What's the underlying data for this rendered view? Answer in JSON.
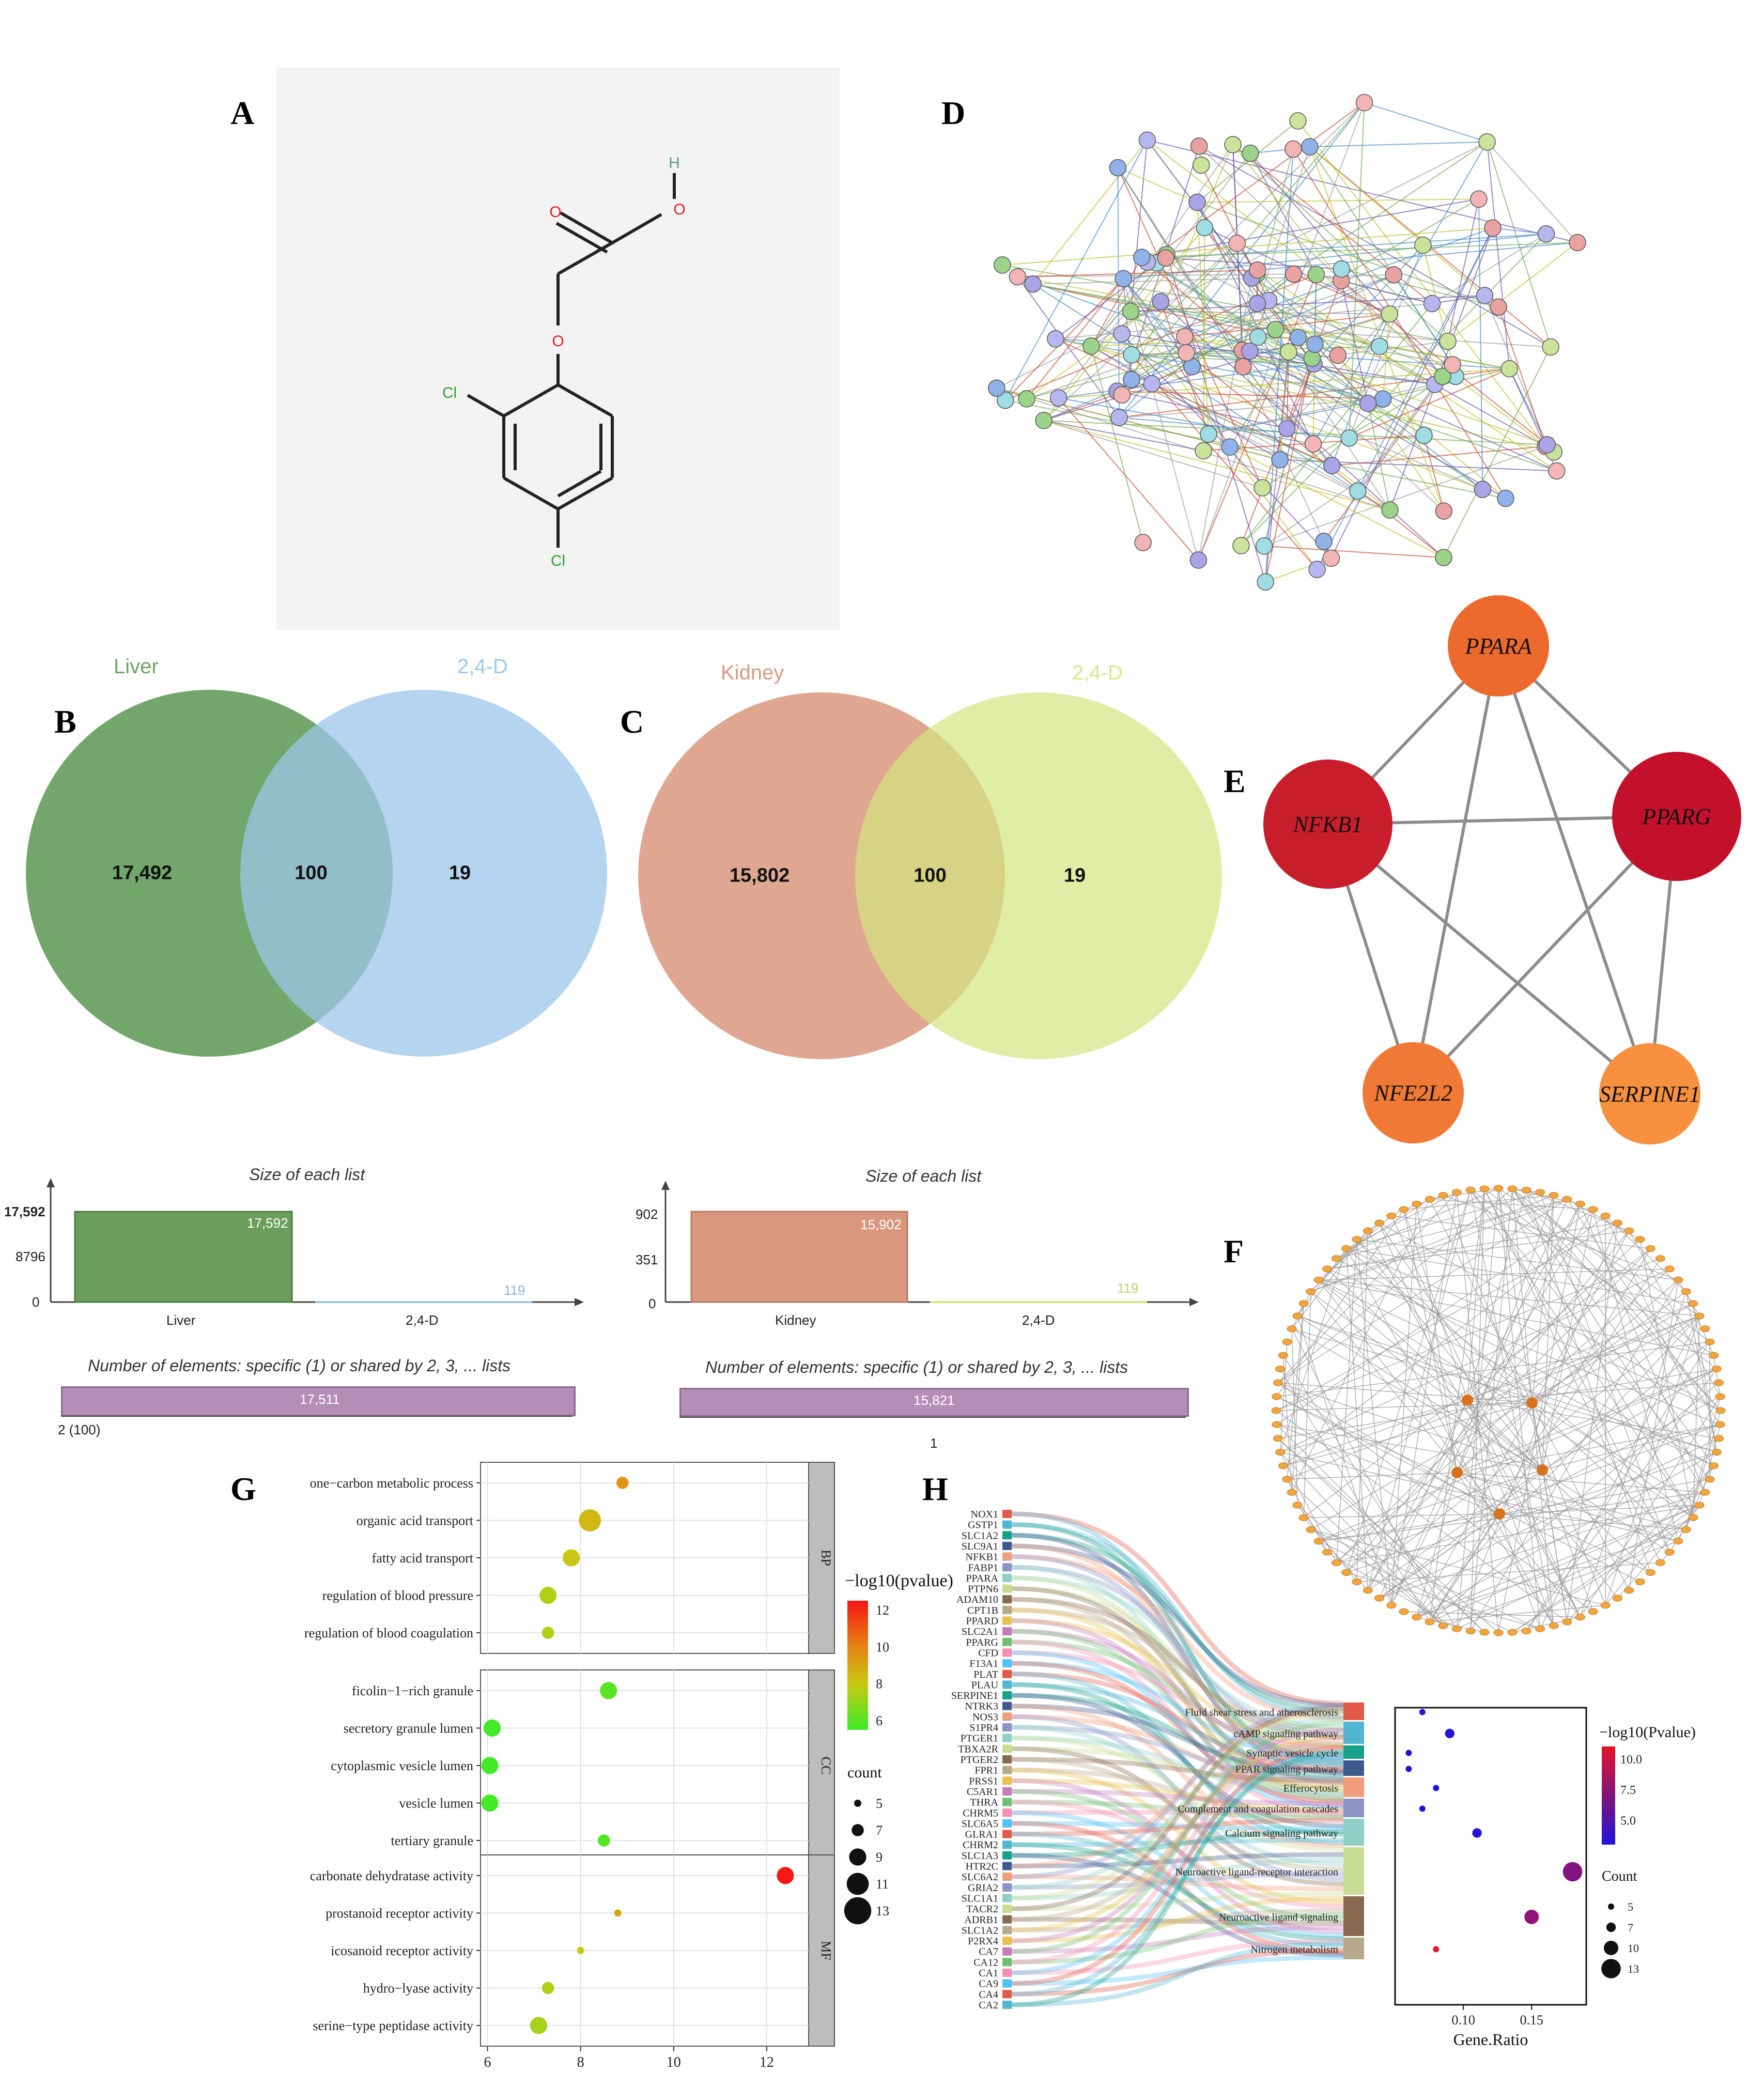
{
  "panels": {
    "A": "A",
    "B": "B",
    "C": "C",
    "D": "D",
    "E": "E",
    "F": "F",
    "G": "G",
    "H": "H"
  },
  "molecule": {
    "atoms": {
      "H": "H",
      "O1": "O",
      "O2": "O",
      "O3": "O",
      "Cl1": "Cl",
      "Cl2": "Cl"
    }
  },
  "venn_liver": {
    "set1_label": "Liver",
    "set2_label": "2,4-D",
    "only1": "17,492",
    "shared": "100",
    "only2": "19",
    "set1_color": "#6fa463",
    "set2_color": "#9fc8e9"
  },
  "venn_kidney": {
    "set1_label": "Kidney",
    "set2_label": "2,4-D",
    "only1": "15,802",
    "shared": "100",
    "only2": "19",
    "set1_color": "#d99a80",
    "set2_color": "#d6e88a"
  },
  "size_liver": {
    "title": "Size of each list",
    "y_ticks": [
      "17,592",
      "8796",
      "0"
    ],
    "bars": [
      {
        "label": "Liver",
        "value": "17,592"
      },
      {
        "label": "2,4-D",
        "value": "119"
      }
    ],
    "footer_title": "Number of elements: specific (1) or shared by 2, 3, ... lists",
    "footer_value": "17,511",
    "footer_axis": "2 (100)"
  },
  "size_kidney": {
    "title": "Size of each list",
    "y_ticks": [
      "902",
      "351",
      "0"
    ],
    "bars": [
      {
        "label": "Kidney",
        "value": "15,902"
      },
      {
        "label": "2,4-D",
        "value": "119"
      }
    ],
    "footer_title": "Number of elements: specific (1) or shared by 2, 3, ... lists",
    "footer_value": "15,821",
    "footer_axis": "1"
  },
  "hub_network": {
    "nodes": [
      {
        "name": "PPARA",
        "color": "#ec6a2e"
      },
      {
        "name": "NFKB1",
        "color": "#c81e2b"
      },
      {
        "name": "PPARG",
        "color": "#c3102b"
      },
      {
        "name": "NFE2L2",
        "color": "#f07a35"
      },
      {
        "name": "SERPINE1",
        "color": "#f8913f"
      }
    ]
  },
  "chart_data": [
    {
      "type": "scatter",
      "panel": "G",
      "x_ticks": [
        "6",
        "8",
        "10",
        "12"
      ],
      "facets": [
        {
          "name": "BP",
          "terms": [
            {
              "term": "one−carbon metabolic process",
              "x": 8.9,
              "count": 7,
              "neglog10p": 9.5
            },
            {
              "term": "organic acid transport",
              "x": 8.2,
              "count": 11,
              "neglog10p": 8.5
            },
            {
              "term": "fatty acid transport",
              "x": 7.8,
              "count": 9,
              "neglog10p": 8.0
            },
            {
              "term": "regulation of blood pressure",
              "x": 7.3,
              "count": 9,
              "neglog10p": 7.6
            },
            {
              "term": "regulation of blood coagulation",
              "x": 7.3,
              "count": 7,
              "neglog10p": 7.6
            }
          ]
        },
        {
          "name": "CC",
          "terms": [
            {
              "term": "ficolin−1−rich granule",
              "x": 8.6,
              "count": 9,
              "neglog10p": 6.0
            },
            {
              "term": "secretory granule lumen",
              "x": 6.1,
              "count": 9,
              "neglog10p": 5.6
            },
            {
              "term": "cytoplasmic vesicle lumen",
              "x": 6.05,
              "count": 9,
              "neglog10p": 5.6
            },
            {
              "term": "vesicle lumen",
              "x": 6.05,
              "count": 9,
              "neglog10p": 5.6
            },
            {
              "term": "tertiary granule",
              "x": 8.5,
              "count": 7,
              "neglog10p": 5.9
            }
          ]
        },
        {
          "name": "MF",
          "terms": [
            {
              "term": "carbonate dehydratase activity",
              "x": 12.4,
              "count": 9,
              "neglog10p": 12.4
            },
            {
              "term": "prostanoid receptor activity",
              "x": 8.8,
              "count": 5,
              "neglog10p": 9.0
            },
            {
              "term": "icosanoid receptor activity",
              "x": 8.0,
              "count": 5,
              "neglog10p": 8.0
            },
            {
              "term": "hydro−lyase activity",
              "x": 7.3,
              "count": 7,
              "neglog10p": 7.6
            },
            {
              "term": "serine−type peptidase activity",
              "x": 7.1,
              "count": 9,
              "neglog10p": 7.4
            }
          ]
        }
      ],
      "legend": {
        "color_title": "−log10(pvalue)",
        "color_ticks": [
          "12",
          "10",
          "8",
          "6"
        ],
        "size_title": "count",
        "size_ticks": [
          "5",
          "7",
          "9",
          "11",
          "13"
        ]
      }
    },
    {
      "type": "scatter",
      "panel": "H",
      "xlabel": "Gene.Ratio",
      "x_ticks": [
        "0.10",
        "0.15"
      ],
      "genes": [
        "NOX1",
        "GSTP1",
        "SLC1A2",
        "SLC9A1",
        "NFKB1",
        "FABP1",
        "PPARA",
        "PTPN6",
        "ADAM10",
        "CPT1B",
        "PPARD",
        "SLC2A1",
        "PPARG",
        "CFD",
        "F13A1",
        "PLAT",
        "PLAU",
        "SERPINE1",
        "NTRK3",
        "NOS3",
        "S1PR4",
        "PTGER1",
        "TBXA2R",
        "PTGER2",
        "FPR1",
        "PRSS1",
        "C5AR1",
        "THRA",
        "CHRM5",
        "SLC6A5",
        "GLRA1",
        "CHRM2",
        "SLC1A3",
        "HTR2C",
        "SLC6A2",
        "GRIA2",
        "SLC1A1",
        "TACR2",
        "ADRB1",
        "SLC1A2",
        "P2RX4",
        "CA7",
        "CA12",
        "CA1",
        "CA9",
        "CA4",
        "CA2"
      ],
      "pathways": [
        {
          "name": "Fluid shear stress and atherosclerosis",
          "gene_ratio": 0.07,
          "count": 5,
          "neglog10p": 3.0,
          "color": "#e25a4a"
        },
        {
          "name": "cAMP signaling pathway",
          "gene_ratio": 0.09,
          "count": 7,
          "neglog10p": 3.2,
          "color": "#52b5d1"
        },
        {
          "name": "Synaptic vesicle cycle",
          "gene_ratio": 0.06,
          "count": 5,
          "neglog10p": 3.0,
          "color": "#17a08a"
        },
        {
          "name": "PPAR signaling pathway",
          "gene_ratio": 0.06,
          "count": 5,
          "neglog10p": 3.0,
          "color": "#3d5a8e"
        },
        {
          "name": "Efferocytosis",
          "gene_ratio": 0.08,
          "count": 5,
          "neglog10p": 3.1,
          "color": "#f19c7b"
        },
        {
          "name": "Complement and coagulation cascades",
          "gene_ratio": 0.07,
          "count": 5,
          "neglog10p": 3.0,
          "color": "#8a95c6"
        },
        {
          "name": "Calcium signaling pathway",
          "gene_ratio": 0.11,
          "count": 7,
          "neglog10p": 3.3,
          "color": "#8fd0c6"
        },
        {
          "name": "Neuroactive ligand-receptor interaction",
          "gene_ratio": 0.18,
          "count": 13,
          "neglog10p": 7.0,
          "color": "#c8dd94"
        },
        {
          "name": "Neuroactive ligand signaling",
          "gene_ratio": 0.15,
          "count": 10,
          "neglog10p": 7.5,
          "color": "#8a6a4f"
        },
        {
          "name": "Nitrogen metabolism",
          "gene_ratio": 0.08,
          "count": 5,
          "neglog10p": 11.0,
          "color": "#b8a88a"
        }
      ],
      "legend": {
        "color_title": "−log10(Pvalue)",
        "color_ticks": [
          "10.0",
          "7.5",
          "5.0"
        ],
        "size_title": "Count",
        "size_ticks": [
          "5",
          "7",
          "10",
          "13"
        ]
      }
    }
  ]
}
